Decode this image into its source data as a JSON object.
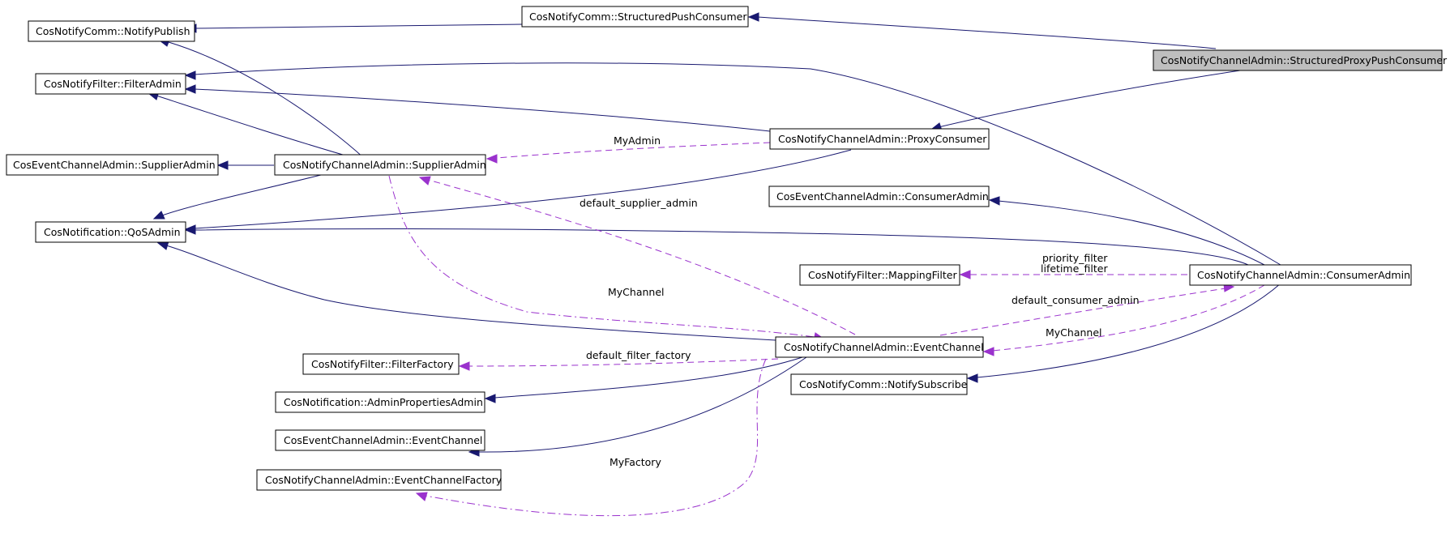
{
  "nodes": {
    "notify_publish": "CosNotifyComm::NotifyPublish",
    "structured_push_consumer": "CosNotifyComm::StructuredPushConsumer",
    "structured_proxy_push_consumer": "CosNotifyChannelAdmin::StructuredProxyPushConsumer",
    "filter_admin": "CosNotifyFilter::FilterAdmin",
    "proxy_consumer": "CosNotifyChannelAdmin::ProxyConsumer",
    "event_supplier_admin": "CosEventChannelAdmin::SupplierAdmin",
    "supplier_admin": "CosNotifyChannelAdmin::SupplierAdmin",
    "event_consumer_admin": "CosEventChannelAdmin::ConsumerAdmin",
    "qos_admin": "CosNotification::QoSAdmin",
    "mapping_filter": "CosNotifyFilter::MappingFilter",
    "consumer_admin": "CosNotifyChannelAdmin::ConsumerAdmin",
    "event_channel": "CosNotifyChannelAdmin::EventChannel",
    "filter_factory": "CosNotifyFilter::FilterFactory",
    "notify_subscribe": "CosNotifyComm::NotifySubscribe",
    "admin_properties_admin": "CosNotification::AdminPropertiesAdmin",
    "event_event_channel": "CosEventChannelAdmin::EventChannel",
    "event_channel_factory": "CosNotifyChannelAdmin::EventChannelFactory"
  },
  "edge_labels": {
    "my_admin": "MyAdmin",
    "default_supplier_admin": "default_supplier_admin",
    "priority_filter": "priority_filter",
    "lifetime_filter": "lifetime_filter",
    "my_channel_supplier": "MyChannel",
    "default_consumer_admin": "default_consumer_admin",
    "my_channel_consumer": "MyChannel",
    "default_filter_factory": "default_filter_factory",
    "my_factory": "MyFactory"
  },
  "colors": {
    "inheritance_edge": "#191970",
    "usage_edge": "#9a32cd",
    "focus_node_fill": "#bfbfbf"
  }
}
